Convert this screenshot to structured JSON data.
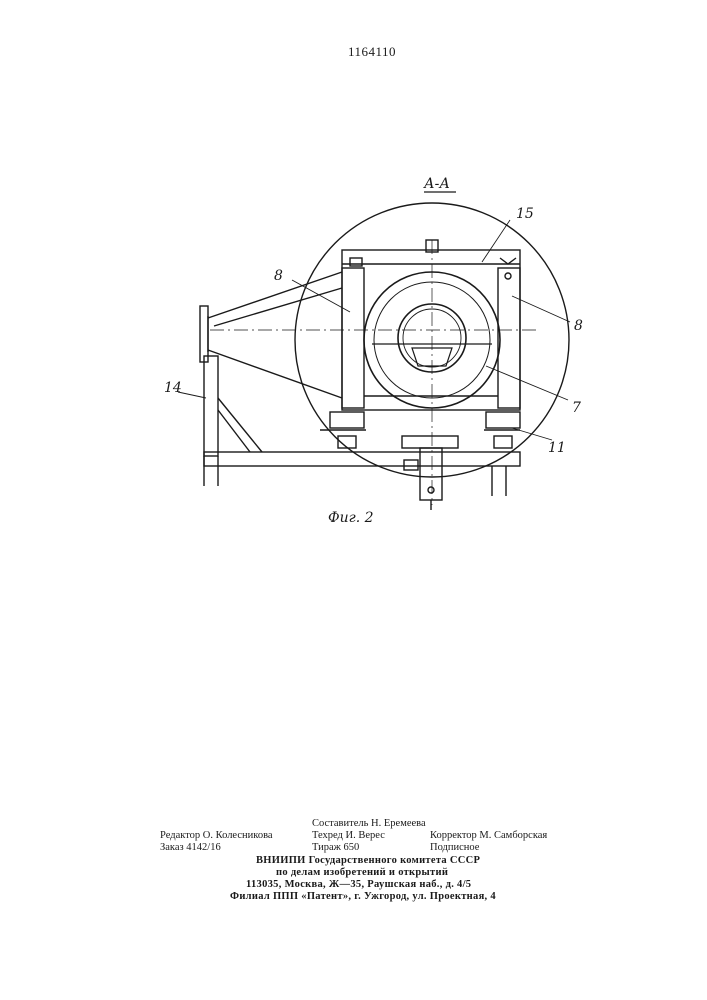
{
  "header": {
    "patent_number": "1164110"
  },
  "figure": {
    "section_label": "А-А",
    "caption": "Фиг. 2",
    "callouts": {
      "c15": "15",
      "c8_left": "8",
      "c8_right": "8",
      "c14": "14",
      "c7": "7",
      "c11": "11"
    }
  },
  "imprint": {
    "compiler": "Составитель Н. Еремеева",
    "editor": "Редактор О. Колесникова",
    "techred": "Техред И. Верес",
    "corrector": "Корректор М. Самборская",
    "order": "Заказ 4142/16",
    "circulation": "Тираж 650",
    "subscription": "Подписное",
    "org_line1": "ВНИИПИ Государственного комитета СССР",
    "org_line2": "по делам изобретений и открытий",
    "address": "113035, Москва, Ж—35, Раушская наб., д. 4/5",
    "branch": "Филиал ППП «Патент», г. Ужгород, ул. Проектная, 4"
  }
}
